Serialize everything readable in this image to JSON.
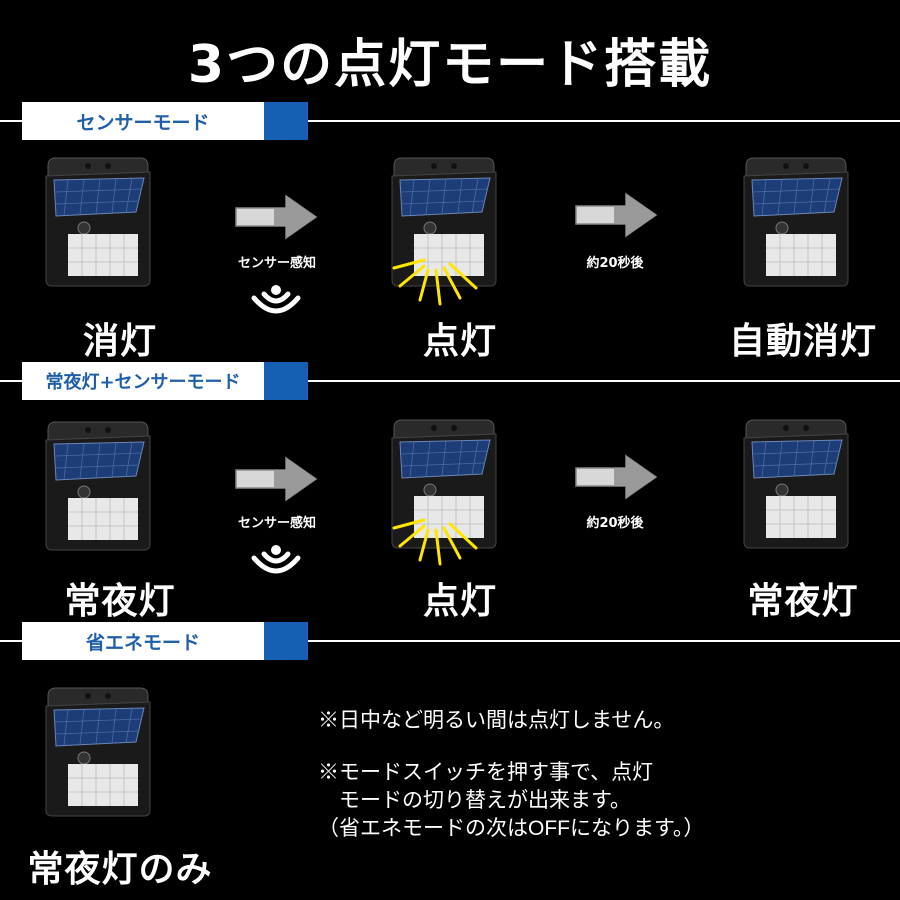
{
  "title": "3つの点灯モード搭載",
  "sections": [
    {
      "tag": "センサーモード",
      "sensor_label": "センサー感知",
      "timer_label": "約20秒後",
      "captions": [
        "消灯",
        "点灯",
        "自動消灯"
      ]
    },
    {
      "tag": "常夜灯+センサーモード",
      "sensor_label": "センサー感知",
      "timer_label": "約20秒後",
      "captions": [
        "常夜灯",
        "点灯",
        "常夜灯"
      ]
    },
    {
      "tag": "省エネモード",
      "captions": [
        "常夜灯のみ"
      ]
    }
  ],
  "notes": [
    "※日中など明るい間は点灯しません。",
    "※モードスイッチを押す事で、点灯",
    "　モードの切り替えが出来ます。",
    "（省エネモードの次はOFFになります。）"
  ],
  "colors": {
    "tag_text": "#1f5fa8",
    "tag_accent": "#1660b3",
    "glow": "#ffe600"
  },
  "icons": [
    "solar-light-icon",
    "arrow-right-icon",
    "sensor-wave-icon",
    "light-burst-icon"
  ]
}
